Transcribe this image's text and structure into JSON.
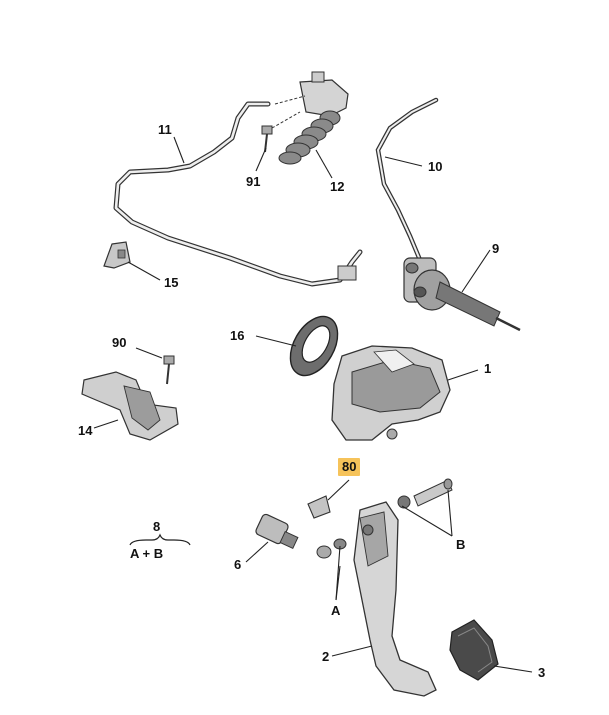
{
  "callouts": {
    "c1": "1",
    "c2": "2",
    "c3": "3",
    "c6": "6",
    "c8": "8",
    "c8_sub": "A + B",
    "c9": "9",
    "c10": "10",
    "c11": "11",
    "c12": "12",
    "c14": "14",
    "c15": "15",
    "c16": "16",
    "c80": "80",
    "c90": "90",
    "c91": "91",
    "cA": "A",
    "cB": "B"
  },
  "colors": {
    "highlight": "#f6c35a",
    "line": "#222222",
    "part_fill": "#d9d9d9",
    "part_dark": "#555555"
  }
}
